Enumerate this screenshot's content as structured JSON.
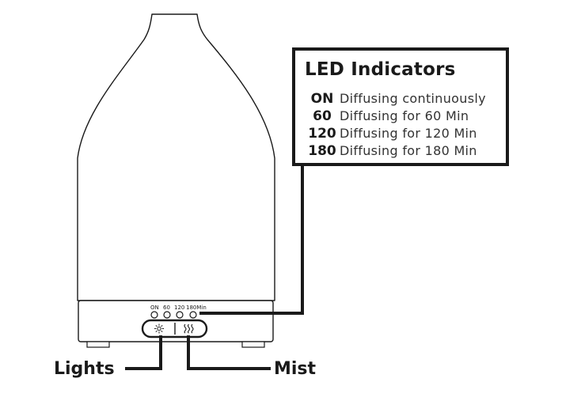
{
  "led_panel": {
    "title": "LED Indicators",
    "rows": [
      {
        "code": "ON",
        "desc": "Diffusing continuously"
      },
      {
        "code": "60",
        "desc": "Diffusing for 60 Min"
      },
      {
        "code": "120",
        "desc": "Diffusing for 120 Min"
      },
      {
        "code": "180",
        "desc": "Diffusing for 180 Min"
      }
    ]
  },
  "base_labels": [
    "ON",
    "60",
    "120",
    "180Min"
  ],
  "callouts": {
    "lights": "Lights",
    "mist": "Mist"
  },
  "icons": {
    "lights_button": "sun-icon",
    "mist_button": "mist-waves-icon"
  },
  "colors": {
    "line": "#1a1a1a",
    "background": "#ffffff"
  }
}
